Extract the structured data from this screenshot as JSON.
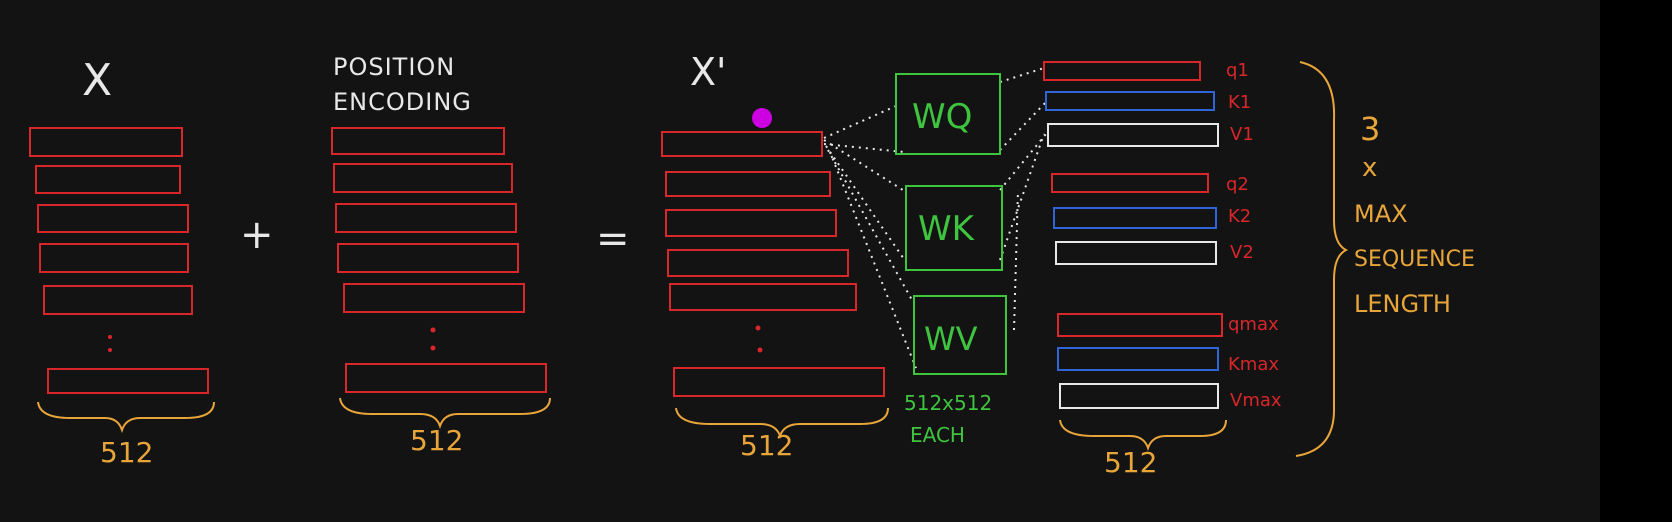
{
  "colors": {
    "background": "#131313",
    "red": "#d8262b",
    "blue": "#2f63d8",
    "white": "#e8e8e8",
    "green": "#3fc43f",
    "orange": "#e8a53a",
    "magenta": "#cc00e0"
  },
  "labels": {
    "x": "X",
    "position_encoding_line1": "POSITION",
    "position_encoding_line2": "ENCODING",
    "plus": "+",
    "equals": "=",
    "x_prime": "X'",
    "dim_x": "512",
    "dim_pe": "512",
    "dim_xprime": "512",
    "dim_qkv": "512",
    "w_q": "WQ",
    "w_k": "WK",
    "w_v": "WV",
    "weights_size": "512x512",
    "weights_each": "EACH",
    "q1": "q1",
    "k1": "K1",
    "v1": "V1",
    "q2": "q2",
    "k2": "K2",
    "v2": "V2",
    "qmax": "qmax",
    "kmax": "Kmax",
    "vmax": "Vmax",
    "count_line1": "3",
    "count_line2": "x",
    "count_line3": "MAX",
    "count_line4": "SEQUENCE",
    "count_line5": "LENGTH"
  }
}
